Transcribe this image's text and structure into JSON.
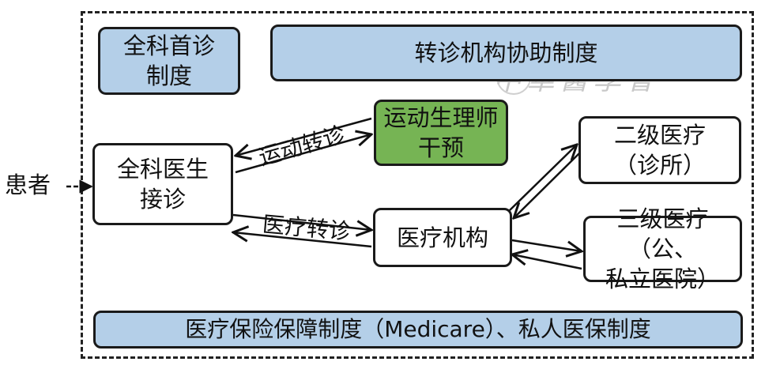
{
  "boxes": {
    "gp_first": "全科首诊\n制度",
    "referral_system": "转诊机构协助制度",
    "gp_visit": "全科医生\n接诊",
    "exercise_physiologist": "运动生理师\n干预",
    "medical_institution": "医疗机构",
    "secondary_care": "二级医疗\n（诊所）",
    "tertiary_care": "三级医疗（公、\n私立医院）",
    "insurance": "医疗保险保障制度（Medicare）、私人医保制度"
  },
  "labels": {
    "patient": "患者",
    "exercise_referral": "运动转诊",
    "medical_referral": "医疗转诊"
  },
  "watermark": "中華醫學會",
  "colors": {
    "blue_box": "#b4cfe8",
    "green_box": "#76b454",
    "border": "#1a1a1a"
  }
}
